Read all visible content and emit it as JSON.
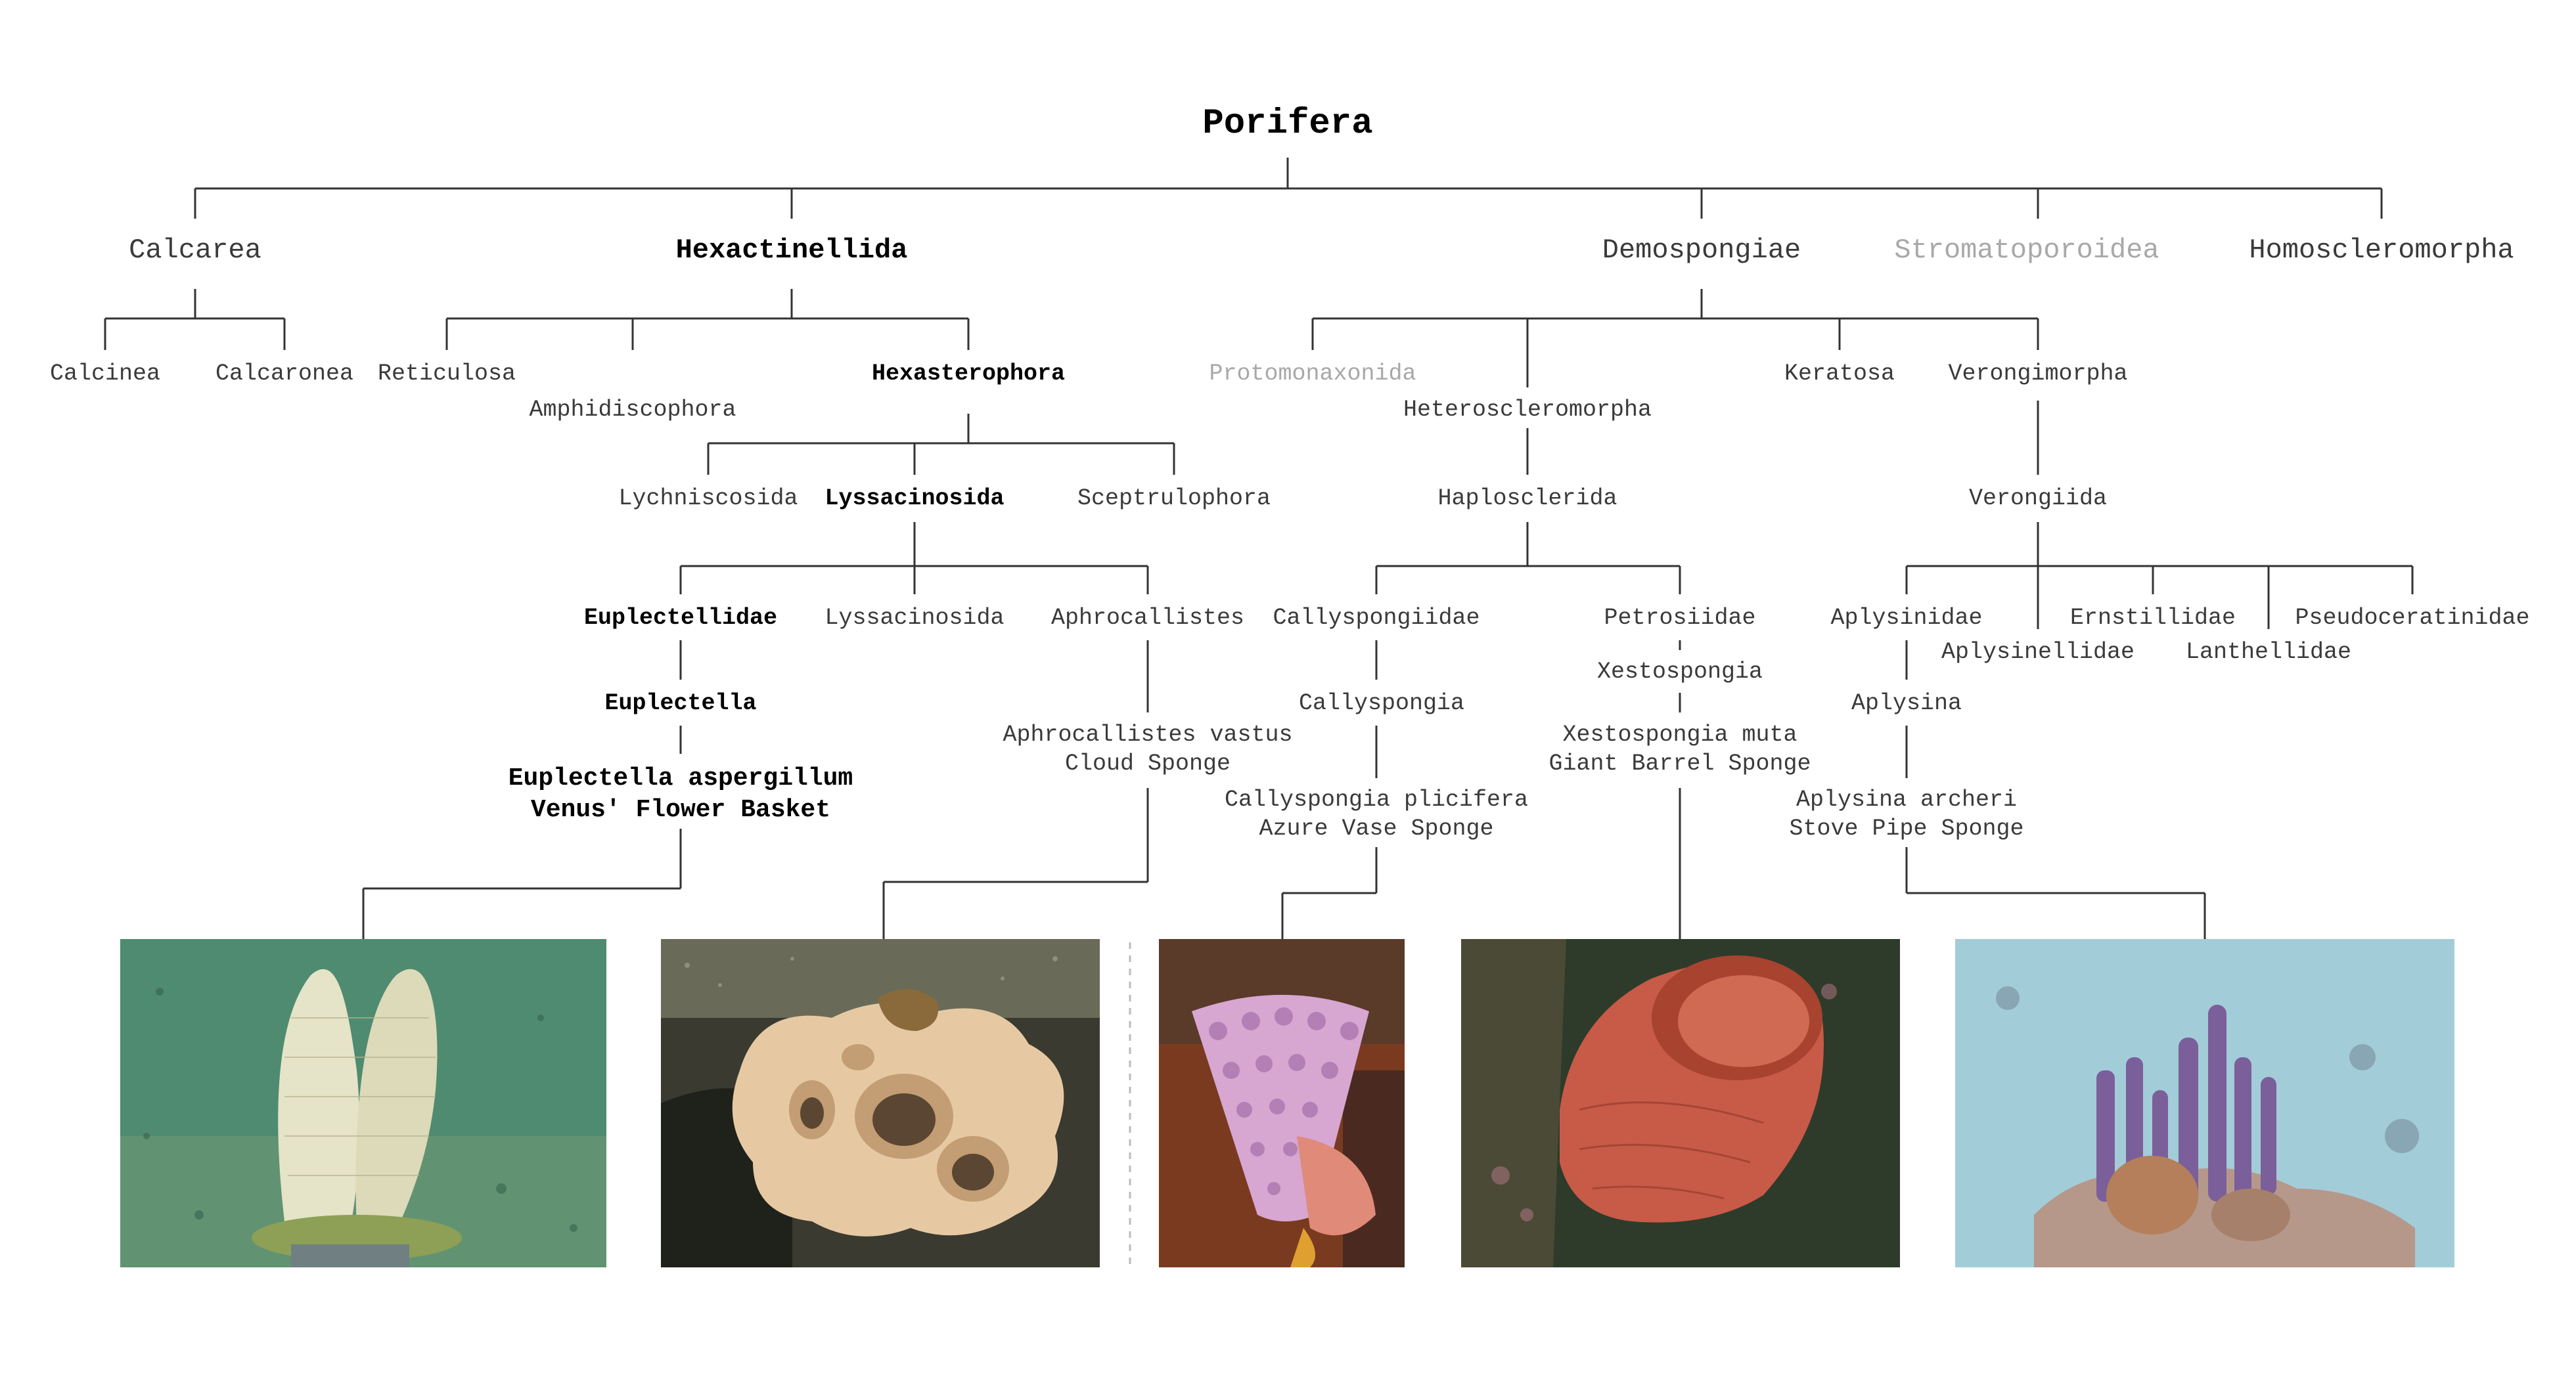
{
  "diagram": {
    "colors": {
      "line": "#333333",
      "bold_text": "#000000",
      "normal_text": "#3a3a3a",
      "faded_text": "#a8a8a8"
    },
    "nodes": {
      "porifera": "Porifera",
      "calcarea": "Calcarea",
      "hexactinellida": "Hexactinellida",
      "demospongiae": "Demospongiae",
      "stromatoporoidea": "Stromatoporoidea",
      "homoscleromorpha": "Homoscleromorpha",
      "calcinea": "Calcinea",
      "calcaronea": "Calcaronea",
      "reticulosa": "Reticulosa",
      "amphidiscophora": "Amphidiscophora",
      "hexasterophora": "Hexasterophora",
      "protomonaxonida": "Protomonaxonida",
      "heteroscleromorpha": "Heteroscleromorpha",
      "keratosa": "Keratosa",
      "verongimorpha": "Verongimorpha",
      "lychniscosida": "Lychniscosida",
      "lyssacinosida": "Lyssacinosida",
      "sceptrulophora": "Sceptrulophora",
      "haplosclerida": "Haplosclerida",
      "verongiida": "Verongiida",
      "euplectellidae": "Euplectellidae",
      "lyssacinosida_fam": "Lyssacinosida",
      "aphrocallistes": "Aphrocallistes",
      "callyspongiidae": "Callyspongiidae",
      "petrosiidae": "Petrosiidae",
      "aplysinidae": "Aplysinidae",
      "aplysinellidae": "Aplysinellidae",
      "ernstillidae": "Ernstillidae",
      "lanthellidae": "Lanthellidae",
      "pseudoceratinidae": "Pseudoceratinidae",
      "euplectella": "Euplectella",
      "callyspongia": "Callyspongia",
      "xestospongia": "Xestospongia",
      "aplysina": "Aplysina",
      "sp_euplectella": {
        "name": "Euplectella aspergillum",
        "common": "Venus' Flower Basket"
      },
      "sp_aphrocallistes": {
        "name": "Aphrocallistes vastus",
        "common": "Cloud Sponge"
      },
      "sp_callyspongia": {
        "name": "Callyspongia plicifera",
        "common": "Azure Vase Sponge"
      },
      "sp_xestospongia": {
        "name": "Xestospongia muta",
        "common": "Giant Barrel Sponge"
      },
      "sp_aplysina": {
        "name": "Aplysina archeri",
        "common": "Stove Pipe Sponge"
      }
    },
    "photos": [
      {
        "id": "venus-flower-basket",
        "water": "#4f8b70",
        "sponge": "#e5e3c8"
      },
      {
        "id": "cloud-sponge",
        "water": "#3a3a30",
        "sponge": "#e6c9a3"
      },
      {
        "id": "azure-vase-sponge",
        "water": "#7a3a20",
        "sponge": "#d7a6d1"
      },
      {
        "id": "giant-barrel-sponge",
        "water": "#2e3b2a",
        "sponge": "#c85a48"
      },
      {
        "id": "stove-pipe-sponge",
        "water": "#8fc0cf",
        "sponge": "#7b5f9a"
      }
    ]
  }
}
